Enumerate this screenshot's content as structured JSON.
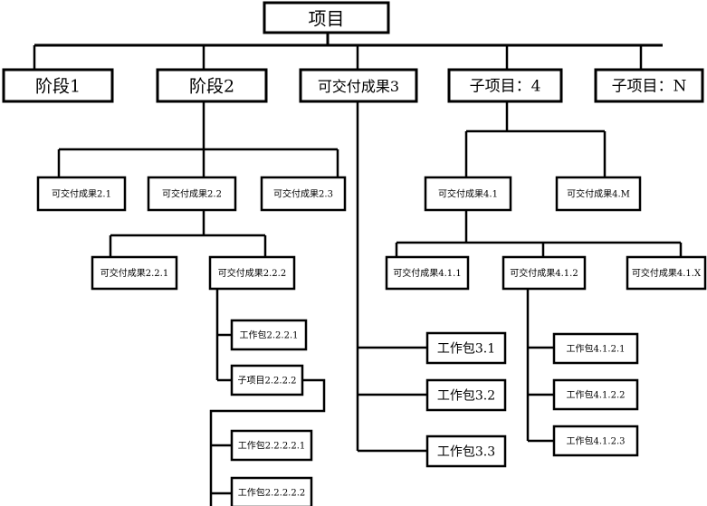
{
  "diagram": {
    "root": "项目",
    "level1": [
      "阶段1",
      "阶段2",
      "可交付成果3",
      "子项目：4",
      "子项目：N"
    ],
    "stage2_children": [
      "可交付成果2.1",
      "可交付成果2.2",
      "可交付成果2.3"
    ],
    "deliverable_2_2_children": [
      "可交付成果2.2.1",
      "可交付成果2.2.2"
    ],
    "deliverable_2_2_2_children": [
      "工作包2.2.2.1",
      "子项目2.2.2.2"
    ],
    "subproject_2_2_2_2_children": [
      "工作包2.2.2.2.1",
      "工作包2.2.2.2.2"
    ],
    "deliverable3_children": [
      "工作包3.1",
      "工作包3.2",
      "工作包3.3"
    ],
    "subproject4_children": [
      "可交付成果4.1",
      "可交付成果4.M"
    ],
    "deliverable_4_1_children": [
      "可交付成果4.1.1",
      "可交付成果4.1.2",
      "可交付成果4.1.X"
    ],
    "deliverable_4_1_2_children": [
      "工作包4.1.2.1",
      "工作包4.1.2.2",
      "工作包4.1.2.3"
    ]
  }
}
